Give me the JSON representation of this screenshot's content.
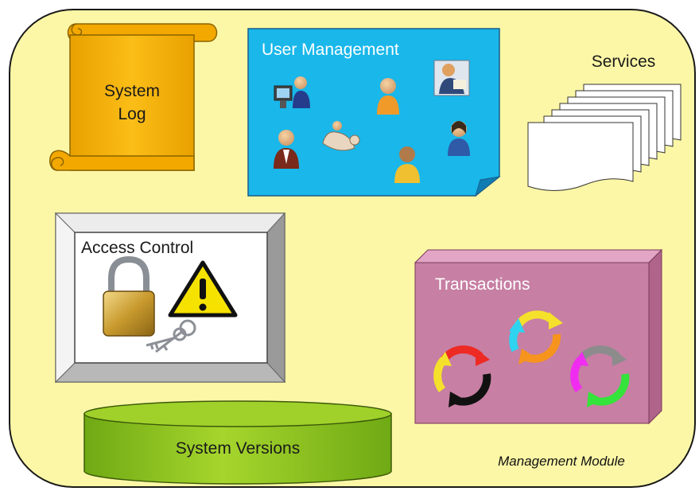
{
  "diagram": {
    "module_caption": "Management Module",
    "system_log": {
      "line1": "System",
      "line2": "Log"
    },
    "user_management": {
      "title": "User Management"
    },
    "services": {
      "title": "Services"
    },
    "access_control": {
      "title": "Access Control"
    },
    "transactions": {
      "title": "Transactions"
    },
    "system_versions": {
      "title": "System Versions"
    }
  },
  "colors": {
    "background_panel": "#fcf7a6",
    "system_log_scroll": "#f8b500",
    "user_management_note": "#19b7ea",
    "transactions_box": "#c77fa3",
    "system_versions_cylinder": "#8dc21f",
    "access_control_frame": "#c8c8c8"
  },
  "icons": [
    "scroll-icon",
    "sticky-note-icon",
    "person-at-computer-icon",
    "person-icon",
    "document-stack-icon",
    "padlock-icon",
    "warning-triangle-icon",
    "keys-icon",
    "cycle-arrows-icon",
    "cylinder-icon"
  ]
}
